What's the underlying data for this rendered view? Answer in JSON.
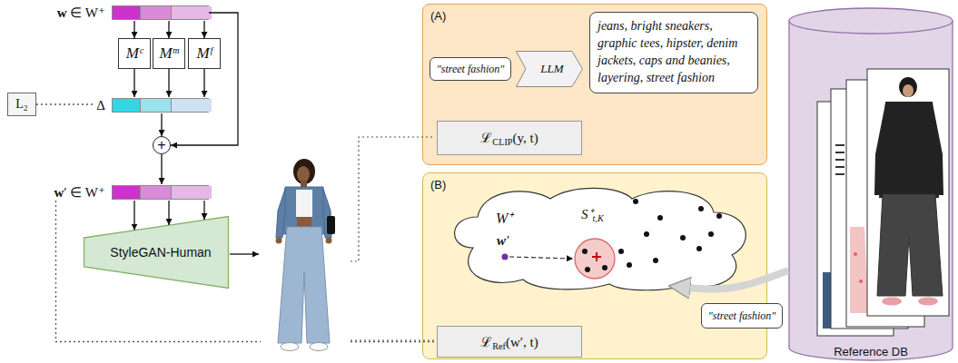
{
  "diagram": {
    "nodes": [
      {
        "text": [
          "w ∈ W⁺"
        ]
      },
      {
        "text": [
          "Mᶜ"
        ]
      },
      {
        "text": [
          "Mᵐ"
        ]
      },
      {
        "text": [
          "Mᶠ"
        ]
      },
      {
        "text": [
          "L₂"
        ]
      },
      {
        "text": [
          "Δ"
        ]
      },
      {
        "text": [
          "+"
        ]
      },
      {
        "text": [
          "w′ ∈ W⁺"
        ]
      },
      {
        "text": [
          "StyleGAN-Human"
        ]
      },
      {
        "text": [
          "(A)"
        ]
      },
      {
        "text": [
          "\"street fashion\""
        ],
        "in": 9
      },
      {
        "text": [
          "LLM"
        ],
        "in": 9
      },
      {
        "text": [
          "jeans, bright sneakers, graphic tees, hipster, denim jackets, caps and beanies, layering, street fashion"
        ],
        "in": 9
      },
      {
        "text": [
          "ℒCLIP(y, t)"
        ],
        "in": 9
      },
      {
        "text": [
          "(B)"
        ]
      },
      {
        "text": [
          "W⁺"
        ],
        "in": 14
      },
      {
        "text": [
          "ℒRef(w′, t)"
        ],
        "in": 14
      },
      {
        "text": [
          "\"street fashion\""
        ]
      },
      {
        "text": [
          "Reference DB"
        ]
      }
    ],
    "edges": [
      {
        "from": 0,
        "to": 1,
        "arrow": "to"
      },
      {
        "from": 0,
        "to": 2,
        "arrow": "to"
      },
      {
        "from": 0,
        "to": 3,
        "arrow": "to"
      },
      {
        "from": 0,
        "to": 6,
        "arrow": "to"
      },
      {
        "from": 1,
        "to": 5,
        "arrow": "to"
      },
      {
        "from": 2,
        "to": 5,
        "arrow": "to"
      },
      {
        "from": 3,
        "to": 5,
        "arrow": "to"
      },
      {
        "from": 4,
        "to": 5,
        "arrow": "none"
      },
      {
        "from": 5,
        "to": 6,
        "arrow": "to"
      },
      {
        "from": 6,
        "to": 7,
        "arrow": "to"
      },
      {
        "from": 7,
        "to": 8,
        "arrow": "to"
      },
      {
        "from": 7,
        "to": 8,
        "arrow": "to"
      },
      {
        "from": 7,
        "to": 8,
        "arrow": "to"
      },
      {
        "from": 7,
        "to": 16,
        "arrow": "none"
      },
      {
        "from": 18,
        "to": 15,
        "arrow": "to"
      }
    ],
    "labels": [
      "w′",
      "S⁺t,K"
    ]
  }
}
